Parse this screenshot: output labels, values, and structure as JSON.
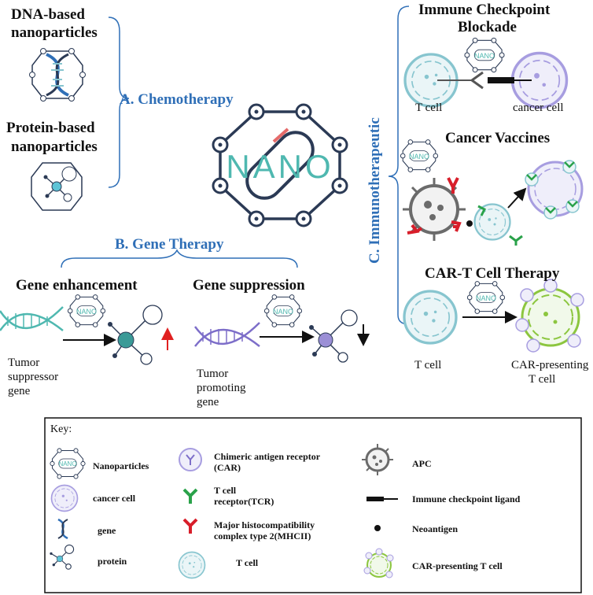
{
  "chemo": {
    "dna_np": [
      "DNA-based",
      "nanoparticles"
    ],
    "protein_np": [
      "Protein-based",
      "nanoparticles"
    ],
    "title": "A. Chemotherapy"
  },
  "center": {
    "nano_text": "NANO"
  },
  "gene": {
    "title": "B. Gene Therapy",
    "enhancement": "Gene enhancement",
    "suppression": "Gene suppression",
    "tumor_suppressor": [
      "Tumor",
      "suppressor",
      "gene"
    ],
    "tumor_promoting": [
      "Tumor",
      "promoting",
      "gene"
    ]
  },
  "immuno": {
    "title": "C. Immunotherapeutic",
    "checkpoint": [
      "Immune Checkpoint",
      "Blockade"
    ],
    "t_cell": "T cell",
    "cancer_cell": "cancer cell",
    "vaccines": "Cancer Vaccines",
    "cart": "CAR-T Cell Therapy",
    "t_cell_2": "T cell",
    "car_presenting": [
      "CAR-presenting",
      "T cell"
    ]
  },
  "nano_small": "NANO",
  "key": {
    "title": "Key:",
    "nanoparticles": "Nanoparticles",
    "cancer_cell": "cancer cell",
    "gene": "gene",
    "protein": "protein",
    "car": [
      "Chimeric antigen receptor",
      "(CAR)"
    ],
    "tcr": [
      "T cell",
      "receptor(TCR)"
    ],
    "mhcii": [
      "Major histocompatibility",
      "complex type 2(MHCII)"
    ],
    "t_cell": "T cell",
    "apc": "APC",
    "checkpoint_ligand": "Immune checkpoint ligand",
    "neoantigen": "Neoantigen",
    "car_t": "CAR-presenting T cell"
  },
  "colors": {
    "blue": "#2f6fb7",
    "teal": "#4fb8b0",
    "lightblue": "#87c5cf",
    "purple": "#9b8fd6",
    "green": "#2aa24a",
    "red": "#d81e2a",
    "grey": "#6b6b6b",
    "navy": "#2b3a55"
  }
}
